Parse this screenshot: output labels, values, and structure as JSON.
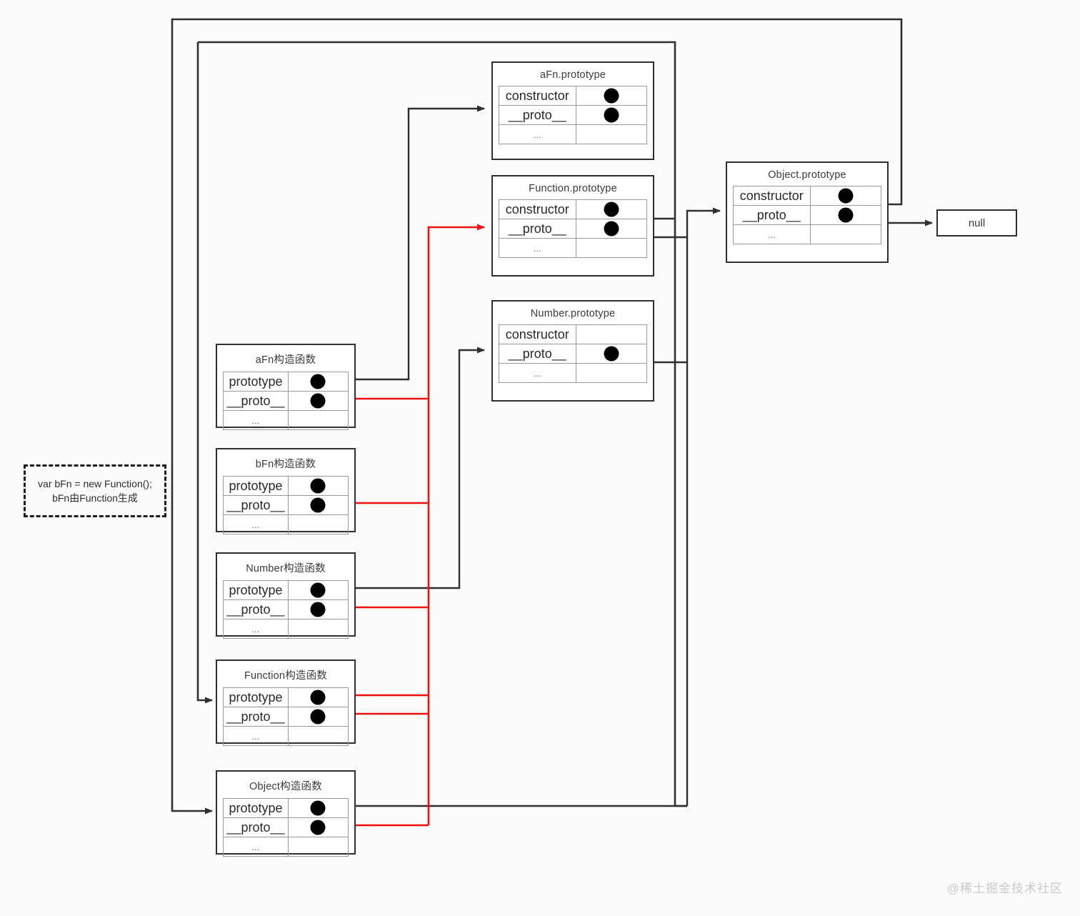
{
  "diagram": {
    "title": "JavaScript prototype chain diagram",
    "watermark": "@稀土掘金技术社区",
    "colors": {
      "stroke": "#2f2f2f",
      "red": "#ee1111",
      "dot": "#000000",
      "background": "#fbfbfb"
    },
    "note": {
      "line1": "var bFn = new Function();",
      "line2": "bFn由Function生成"
    },
    "null_node": {
      "label": "null"
    },
    "row_keys": {
      "constructor": "constructor",
      "proto": "__proto__",
      "prototype": "prototype",
      "ellipsis": "..."
    },
    "prototype_boxes": [
      {
        "id": "aFn-prototype",
        "title": "aFn.prototype",
        "rows": [
          {
            "key": "constructor",
            "dot": true
          },
          {
            "key": "__proto__",
            "dot": true
          },
          {
            "key": "...",
            "dot": false
          }
        ]
      },
      {
        "id": "function-prototype",
        "title": "Function.prototype",
        "rows": [
          {
            "key": "constructor",
            "dot": true
          },
          {
            "key": "__proto__",
            "dot": true
          },
          {
            "key": "...",
            "dot": false
          }
        ]
      },
      {
        "id": "number-prototype",
        "title": "Number.prototype",
        "rows": [
          {
            "key": "constructor",
            "dot": false
          },
          {
            "key": "__proto__",
            "dot": true
          },
          {
            "key": "...",
            "dot": false
          }
        ]
      },
      {
        "id": "object-prototype",
        "title": "Object.prototype",
        "rows": [
          {
            "key": "constructor",
            "dot": true
          },
          {
            "key": "__proto__",
            "dot": true
          },
          {
            "key": "...",
            "dot": false
          }
        ]
      }
    ],
    "constructor_boxes": [
      {
        "id": "aFn-constructor",
        "title": "aFn构造函数",
        "rows": [
          {
            "key": "prototype",
            "dot": true
          },
          {
            "key": "__proto__",
            "dot": true
          },
          {
            "key": "...",
            "dot": false
          }
        ]
      },
      {
        "id": "bFn-constructor",
        "title": "bFn构造函数",
        "rows": [
          {
            "key": "prototype",
            "dot": true
          },
          {
            "key": "__proto__",
            "dot": true
          },
          {
            "key": "...",
            "dot": false
          }
        ]
      },
      {
        "id": "number-constructor",
        "title": "Number构造函数",
        "rows": [
          {
            "key": "prototype",
            "dot": true
          },
          {
            "key": "__proto__",
            "dot": true
          },
          {
            "key": "...",
            "dot": false
          }
        ]
      },
      {
        "id": "function-constructor",
        "title": "Function构造函数",
        "rows": [
          {
            "key": "prototype",
            "dot": true
          },
          {
            "key": "__proto__",
            "dot": true
          },
          {
            "key": "...",
            "dot": false
          }
        ]
      },
      {
        "id": "object-constructor",
        "title": "Object构造函数",
        "rows": [
          {
            "key": "prototype",
            "dot": true
          },
          {
            "key": "__proto__",
            "dot": true
          },
          {
            "key": "...",
            "dot": false
          }
        ]
      }
    ]
  }
}
